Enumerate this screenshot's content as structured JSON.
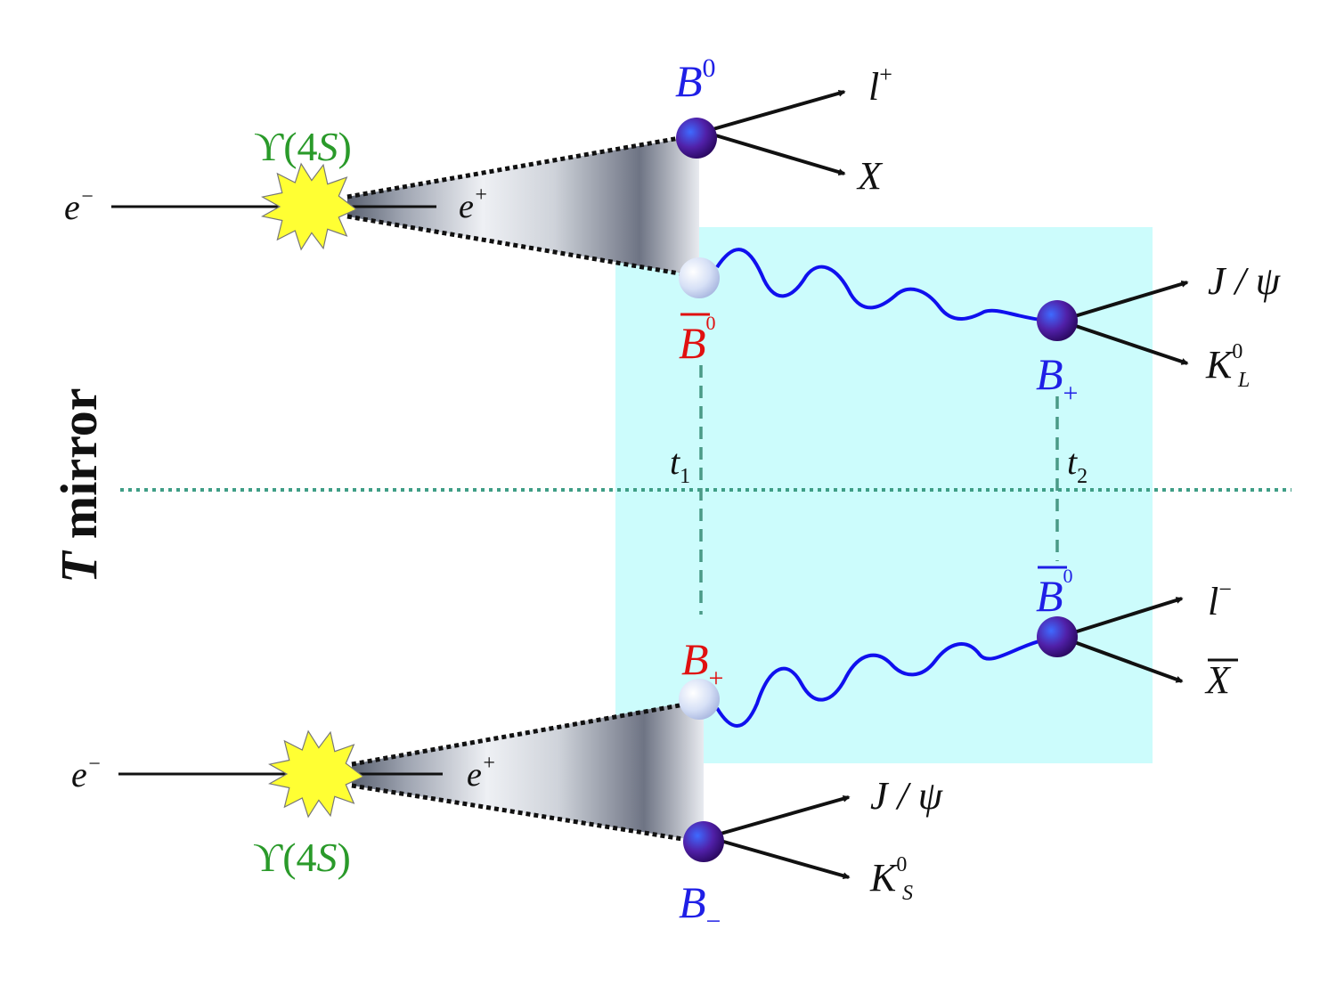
{
  "mirror_label": {
    "italic": "T",
    "text": " mirror"
  },
  "top": {
    "electron": {
      "base": "e",
      "sup": "−"
    },
    "positron": {
      "base": "e",
      "sup": "+"
    },
    "resonance": {
      "pre": "ϒ(4",
      "it": "S",
      "post": ")"
    },
    "b_upper": {
      "base": "B",
      "sup": "0"
    },
    "b_lower": {
      "base": "B",
      "sup": "0",
      "bar": true
    },
    "lepton": {
      "base": "l",
      "sup": "+"
    },
    "x": {
      "base": "X"
    },
    "b_right": {
      "base": "B",
      "sub": "+"
    },
    "jpsi": {
      "text": "J / ψ"
    },
    "kl": {
      "base": "K",
      "sup": "0",
      "sub": "L"
    },
    "t1": {
      "base": "t",
      "sub": "1"
    },
    "t2": {
      "base": "t",
      "sub": "2"
    }
  },
  "bottom": {
    "electron": {
      "base": "e",
      "sup": "−"
    },
    "positron": {
      "base": "e",
      "sup": "+"
    },
    "resonance": {
      "pre": "ϒ(4",
      "it": "S",
      "post": ")"
    },
    "b_upper": {
      "base": "B",
      "sub": "+"
    },
    "b_lower": {
      "base": "B",
      "sub": "−"
    },
    "b_right": {
      "base": "B",
      "sup": "0",
      "bar": true
    },
    "lepton": {
      "base": "l",
      "sup": "−"
    },
    "xbar": {
      "base": "X",
      "bar": true
    },
    "jpsi": {
      "text": "J / ψ"
    },
    "ks": {
      "base": "K",
      "sup": "0",
      "sub": "S"
    }
  },
  "colors": {
    "highlight_box": "#ccfcfc",
    "b_meson_dark": "#5a1a9a",
    "b_meson_light": "#c8d4f0",
    "star": "#ffff33",
    "blue_label": "#1f1fe6",
    "red_label": "#e01010",
    "green_label": "#2a9a2a",
    "mirror_line": "#3f9e86",
    "wave": "#1010ee"
  }
}
